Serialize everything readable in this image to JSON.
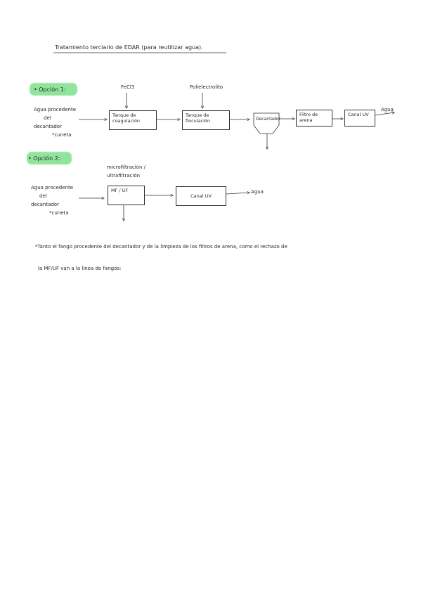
{
  "title": "Tratamiento terciario de EDAR (para reutilizar agua).",
  "option1": {
    "label": "• Opción 1:",
    "input_line1": "Agua procedente",
    "input_line2": "del",
    "input_line3": "decantador",
    "input_line4": "*cuneta",
    "reagent1": "FeCl3",
    "reagent2": "Polielectrolito",
    "box_coag": "Tanque de coagulación",
    "box_floc": "Tanque de floculación",
    "box_dec": "Decantador",
    "box_filter": "Filtro de arena",
    "box_uv": "Canal UV",
    "output": "Agua"
  },
  "option2": {
    "label": "• Opción 2:",
    "input_line1": "Agua procedente",
    "input_line2": "del",
    "input_line3": "decantador",
    "input_line4": "*cuneta",
    "process_line1": "microfiltración /",
    "process_line2": "ultrafiltración",
    "box_mfuf": "MF / UF",
    "box_uv": "Canal UV",
    "output": "Agua"
  },
  "note": {
    "line1": "*Tanto el fango procedente del decantador y de la limpieza de los filtros de arena, como el rechazo de",
    "line2": "la MF/UF van a la línea de fangos:"
  }
}
